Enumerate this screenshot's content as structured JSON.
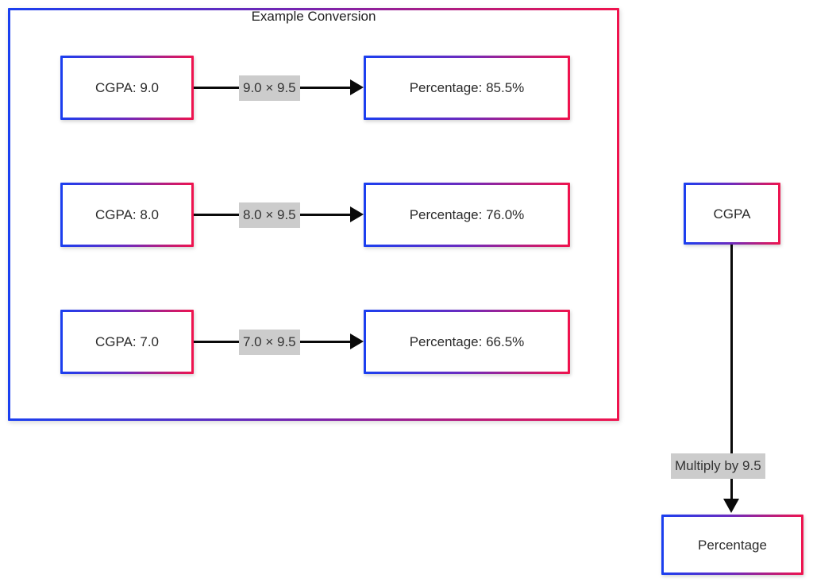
{
  "diagram": {
    "type": "flowchart",
    "background": "#ffffff",
    "palette": {
      "border_gradient_start": "#1a3ff0",
      "border_gradient_mid": "#6a2bc0",
      "border_gradient_end": "#f0134d",
      "edge_color": "#0a0a0a",
      "label_plate": "#cccccc",
      "label_text": "#333333",
      "node_text": "#2b2b2b",
      "node_fill": "#ffffff"
    },
    "cluster": {
      "title": "Example Conversion",
      "rows": [
        {
          "source_label": "CGPA: 9.0",
          "edge_label": "9.0 × 9.5",
          "target_label": "Percentage: 85.5%",
          "cgpa": 9.0,
          "multiplier": 9.5,
          "percentage": 85.5
        },
        {
          "source_label": "CGPA: 8.0",
          "edge_label": "8.0 × 9.5",
          "target_label": "Percentage: 76.0%",
          "cgpa": 8.0,
          "multiplier": 9.5,
          "percentage": 76.0
        },
        {
          "source_label": "CGPA: 7.0",
          "edge_label": "7.0 × 9.5",
          "target_label": "Percentage: 66.5%",
          "cgpa": 7.0,
          "multiplier": 9.5,
          "percentage": 66.5
        }
      ]
    },
    "formula_flow": {
      "source_label": "CGPA",
      "edge_label": "Multiply by 9.5",
      "target_label": "Percentage",
      "multiplier": 9.5
    }
  }
}
